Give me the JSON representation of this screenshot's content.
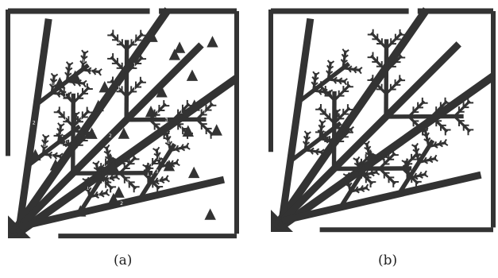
{
  "figure": {
    "panels": [
      {
        "id": "a",
        "label": "(a)",
        "style": "labeled-elements",
        "element_label_text": [
          "1",
          "2",
          "3"
        ]
      },
      {
        "id": "b",
        "label": "(b)",
        "style": "smooth-branches"
      }
    ],
    "colors": {
      "structure": "#333333",
      "background": "#ffffff",
      "element_label": "#ffffff"
    }
  }
}
